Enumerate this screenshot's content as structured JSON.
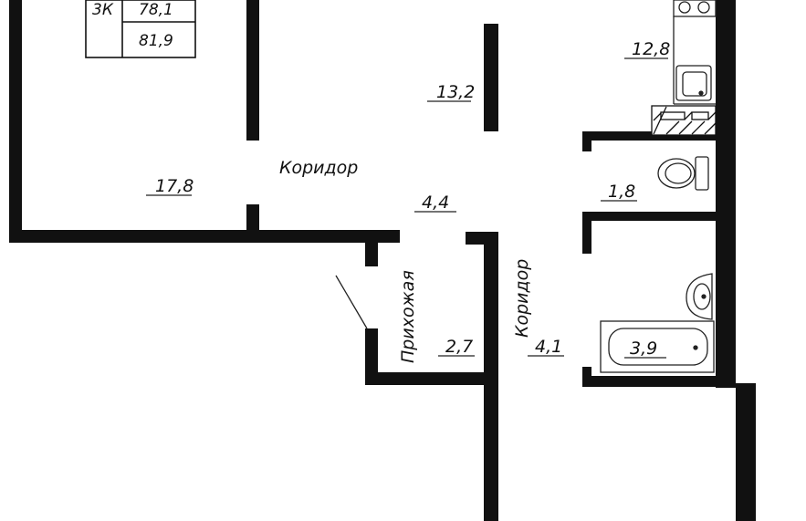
{
  "apartment": {
    "type_code": "3К",
    "living_area": "78,1",
    "total_area": "81,9"
  },
  "rooms": {
    "bedroom_area": "17,8",
    "living_area": "13,2",
    "kitchen_area": "12,8",
    "corridor_main_label": "Коридор",
    "corridor_main_area": "4,4",
    "toilet_area": "1,8",
    "hall_label": "Прихожая",
    "hall_area": "2,7",
    "corridor_side_label": "Коридор",
    "corridor_side_area": "4,1",
    "bathroom_area": "3,9"
  },
  "colors": {
    "wall": "#111111",
    "background": "#ffffff",
    "line": "#222222"
  }
}
